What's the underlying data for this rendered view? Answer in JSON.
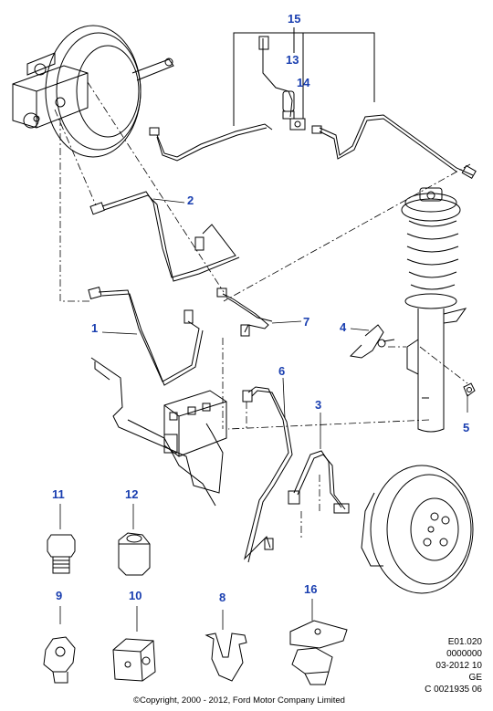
{
  "callouts": {
    "c1": "1",
    "c2": "2",
    "c3": "3",
    "c4": "4",
    "c5": "5",
    "c6": "6",
    "c7": "7",
    "c8": "8",
    "c9": "9",
    "c10": "10",
    "c11": "11",
    "c12": "12",
    "c13": "13",
    "c14": "14",
    "c15": "15",
    "c16": "16"
  },
  "reference_block": {
    "line1": "E01.020",
    "line2": "0000000",
    "line3": "03-2012 10",
    "line4": "GE",
    "line5": "C 0021935 06"
  },
  "copyright": "©Copyright, 2000 - 2012, Ford Motor Company Limited",
  "colors": {
    "callout": "#1a3fb0",
    "line": "#000000"
  }
}
